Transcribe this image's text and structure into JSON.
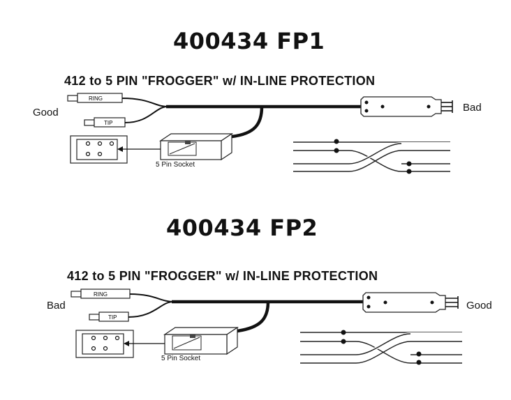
{
  "diagrams": [
    {
      "part_number": "400434 FP1",
      "heading": "412 to 5 PIN \"FROGGER\" w/ IN-LINE PROTECTION",
      "left_label": "Good",
      "right_label": "Bad",
      "plug_ring_label": "RING",
      "plug_tip_label": "TIP",
      "socket_label": "5 Pin Socket"
    },
    {
      "part_number": "400434 FP2",
      "heading": "412 to 5 PIN  \"FROGGER\" w/ IN-LINE PROTECTION",
      "left_label": "Bad",
      "right_label": "Good",
      "plug_ring_label": "RING",
      "plug_tip_label": "TIP",
      "socket_label": "5 Pin Socket"
    }
  ],
  "icons": [
    "ring-plug-icon",
    "tip-plug-icon",
    "five-pin-socket-face-icon",
    "protection-module-icon",
    "412-connector-icon",
    "crossover-wiring-icon"
  ]
}
